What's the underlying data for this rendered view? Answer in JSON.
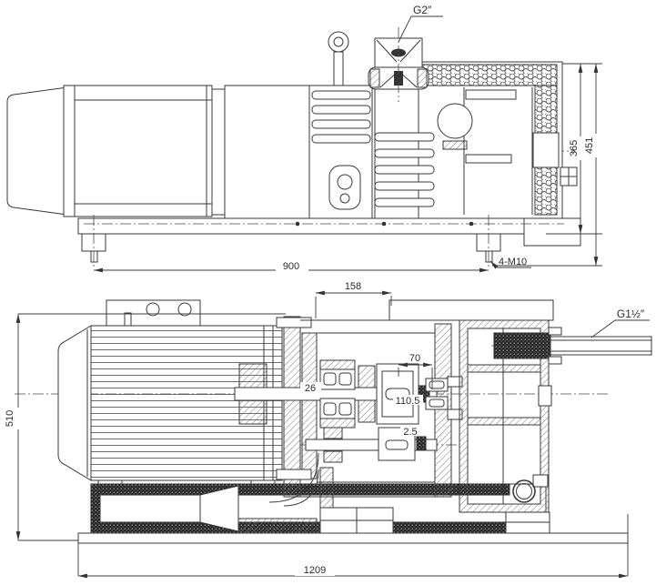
{
  "colors": {
    "line": "#3a3a3a",
    "background": "#ffffff"
  },
  "top_view": {
    "inlet_port": "G2″",
    "dim_height_to_separator_top": "365",
    "dim_overall_height": "451",
    "dim_foot_spacing": "900",
    "mounting_holes": "4-M10"
  },
  "side_view": {
    "exhaust_port": "G1½″",
    "dim_flange_span": "158",
    "dim_overall_height": "510",
    "dim_rotor_length": "70",
    "dim_shaft_diameter": "26",
    "dim_center_distance": "110.5",
    "dim_clearance": "2.5",
    "dim_overall_length": "1209"
  }
}
